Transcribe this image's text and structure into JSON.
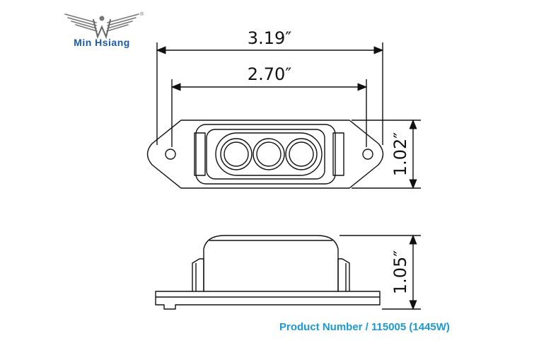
{
  "brand": {
    "name": "Min Hsiang",
    "logo_icon": "eagle-wings-icon",
    "registered_mark": "®"
  },
  "dimensions": {
    "overall_length": "3.19″",
    "hole_spacing": "2.70″",
    "width": "1.02″",
    "height": "1.05″"
  },
  "product_number": "Product Number / 115005 (1445W)",
  "colors": {
    "brand": "#1a5aa8",
    "product_number": "#1b9ad6",
    "line": "#111111"
  }
}
